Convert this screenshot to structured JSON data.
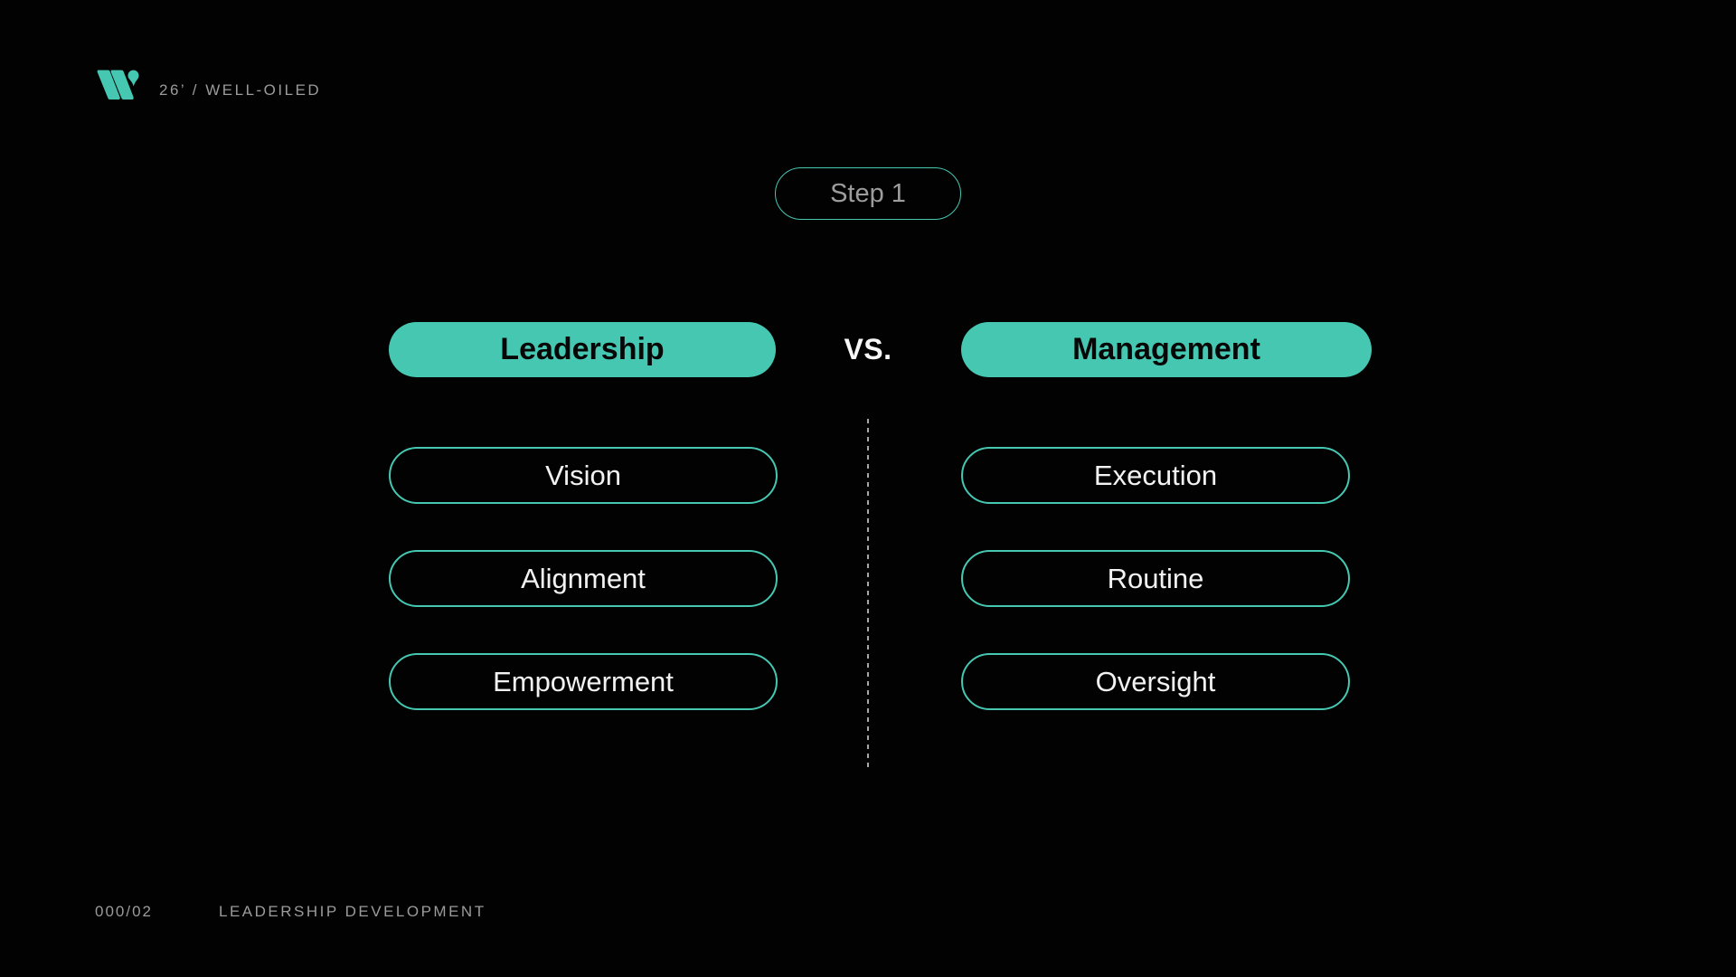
{
  "brand": {
    "logo_icon": "well-oiled-w-mark",
    "label": "26’ / WELL-OILED"
  },
  "step_badge": {
    "label": "Step 1"
  },
  "comparison": {
    "vs_label": "VS.",
    "left": {
      "header": "Leadership",
      "items": [
        "Vision",
        "Alignment",
        "Empowerment"
      ]
    },
    "right": {
      "header": "Management",
      "items": [
        "Execution",
        "Routine",
        "Oversight"
      ]
    }
  },
  "footer": {
    "page_number": "000/02",
    "section_title": "LEADERSHIP DEVELOPMENT"
  },
  "colors": {
    "accent": "#45c7b2",
    "background": "#020202",
    "muted_text": "#9b9b9b",
    "light_text": "#f2f2f2",
    "dark_text": "#070707"
  }
}
